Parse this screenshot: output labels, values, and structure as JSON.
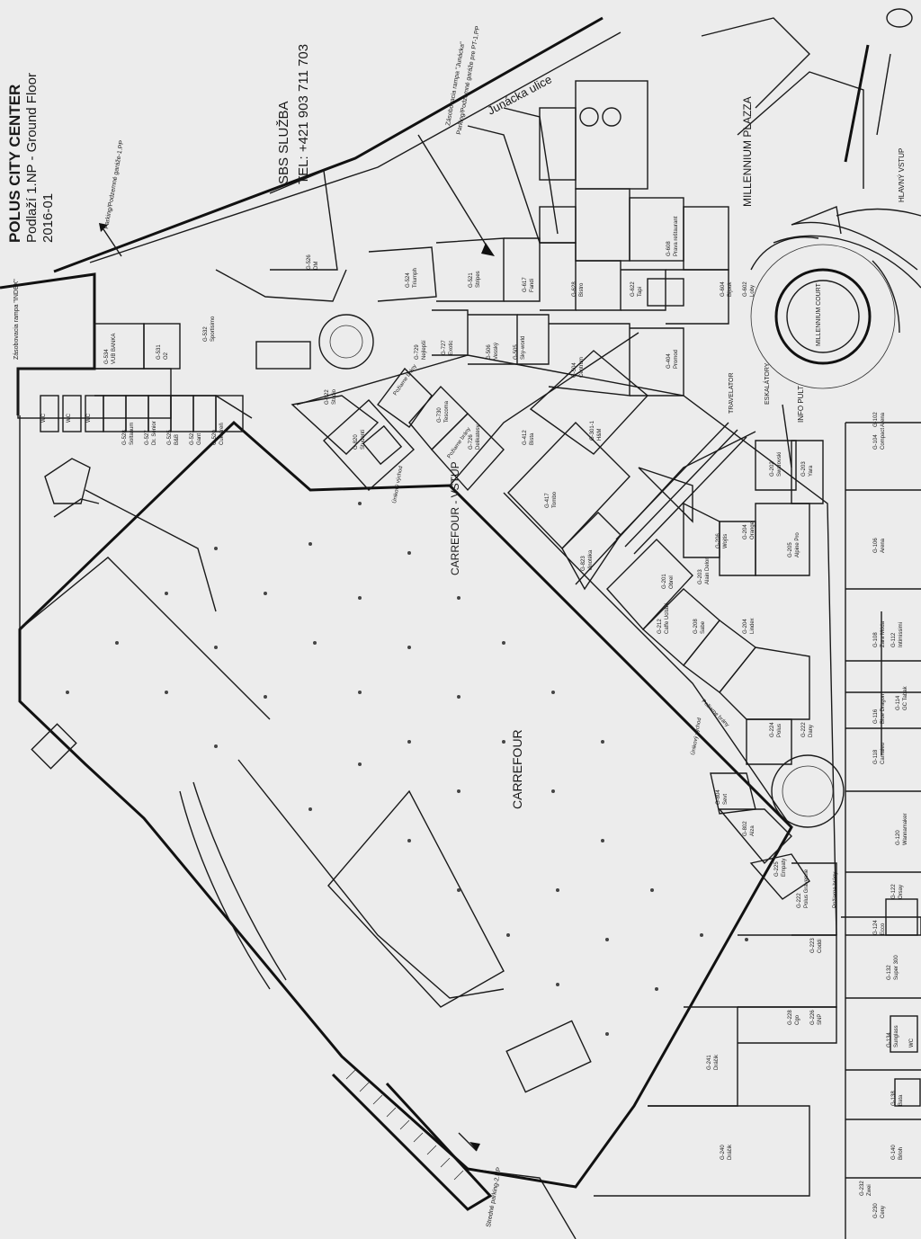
{
  "title_block": {
    "title": "POLUS CITY CENTER",
    "subtitle": "Podlaží 1.NP - Ground Floor",
    "date": "2016-01"
  },
  "security": {
    "label": "SBS SLUŽBA",
    "phone": "TEL: +421 903 711 703"
  },
  "streets": {
    "street_name": "Junácka ulice",
    "parking_top": "Parking/Podzemné garáže-1.PP",
    "ramp": "Zásobovacia rampa \"Junácka\"",
    "parking_junacka": "Parking/Podzemné garáže pre PT-1.PP",
    "parking_left": "Zásobovacia rampa \"INDEX\"",
    "parking_bottom": "Stredné parking-2.NP"
  },
  "zones": {
    "carrefour": "CARREFOUR",
    "carrefour_entry": "CARREFOUR - VSTUP",
    "millennium_plaza": "MILLENNIUM PLAZZA",
    "millennium_court": "MILLENNIUM COURT",
    "hlavny_vstup": "HLAVNÝ VSTUP",
    "info_pult": "INFO PULT",
    "eskalatory": "ESKALÁTORY",
    "travelator": "TRAVELATOR",
    "passage_a": "Požiarne brány",
    "passage_b": "Požiarne brány",
    "passage_c": "Požiarne brány",
    "passage_d": "Požiarne brány",
    "exit_a": "Únikový východ",
    "exit_b": "Únikový východ"
  },
  "shops": [
    {
      "code": "G-534",
      "name": "VUB BANKA"
    },
    {
      "code": "G-531",
      "name": "O2"
    },
    {
      "code": "G-532",
      "name": "Sportisimo"
    },
    {
      "code": "G-526",
      "name": "DM"
    },
    {
      "code": "G-524",
      "name": "Triumph"
    },
    {
      "code": "G-521",
      "name": "Stripes"
    },
    {
      "code": "G-617",
      "name": "Fandi"
    },
    {
      "code": "G-628",
      "name": "Bistro"
    },
    {
      "code": "G-622",
      "name": "Tapi"
    },
    {
      "code": "G-528",
      "name": "Soltanum"
    },
    {
      "code": "G-527",
      "name": "Dr. Senior"
    },
    {
      "code": "G-525",
      "name": "B&B"
    },
    {
      "code": "G-521",
      "name": "Gant"
    },
    {
      "code": "G-520",
      "name": "Cukráreň"
    },
    {
      "code": "G-822",
      "name": "Studio"
    },
    {
      "code": "G-820",
      "name": "Studenti"
    },
    {
      "code": "G-729",
      "name": "Nejlepší"
    },
    {
      "code": "G-727",
      "name": "Exotic"
    },
    {
      "code": "G-730",
      "name": "Tescoma"
    },
    {
      "code": "G-726",
      "name": "Delikatesy"
    },
    {
      "code": "G-506",
      "name": "Vesský"
    },
    {
      "code": "G-505",
      "name": "Sky-world"
    },
    {
      "code": "G-504",
      "name": "Centrum"
    },
    {
      "code": "G-412",
      "name": "Bista"
    },
    {
      "code": "G-417",
      "name": "Tombo"
    },
    {
      "code": "G-823",
      "name": "Vinotéka"
    },
    {
      "code": "G-404",
      "name": "Promod"
    },
    {
      "code": "G-301-1",
      "name": "H&M"
    },
    {
      "code": "G-608",
      "name": "Prava reštaurant"
    },
    {
      "code": "G-604",
      "name": "Bijouk"
    },
    {
      "code": "G-602",
      "name": "Loby"
    },
    {
      "code": "G-201",
      "name": "Obrel"
    },
    {
      "code": "G-203",
      "name": "Alain Delon"
    },
    {
      "code": "G-206",
      "name": "Wojtis"
    },
    {
      "code": "G-204",
      "name": "Orange"
    },
    {
      "code": "G-205",
      "name": "Alpine Pro"
    },
    {
      "code": "G-202",
      "name": "Swarovski"
    },
    {
      "code": "G-203",
      "name": "Yara"
    },
    {
      "code": "G-212",
      "name": "Caffe Ucitani"
    },
    {
      "code": "G-208",
      "name": "Sabe"
    },
    {
      "code": "G-204",
      "name": "Lindex"
    },
    {
      "code": "G-224",
      "name": "Polus"
    },
    {
      "code": "G-222",
      "name": "Dany"
    },
    {
      "code": "G-804",
      "name": "Sevt"
    },
    {
      "code": "G-802",
      "name": "Alza"
    },
    {
      "code": "G-225",
      "name": "Empaty"
    },
    {
      "code": "G-222",
      "name": "Polus Gravenne"
    },
    {
      "code": "G-223",
      "name": "Coddi"
    },
    {
      "code": "G-228",
      "name": "Cgo"
    },
    {
      "code": "G-226",
      "name": "SNP"
    },
    {
      "code": "G-241",
      "name": "Dráčik"
    },
    {
      "code": "G-240",
      "name": "Dráčik"
    },
    {
      "code": "G-106",
      "name": "Arena"
    },
    {
      "code": "G-104",
      "name": "Compact"
    },
    {
      "code": "G-102",
      "name": "Arena"
    },
    {
      "code": "G-108",
      "name": "Zara Móda"
    },
    {
      "code": "G-112",
      "name": "Intimissimi"
    },
    {
      "code": "G-114",
      "name": "GC Tabak"
    },
    {
      "code": "G-116",
      "name": "Blue Dragon"
    },
    {
      "code": "G-118",
      "name": "Camaieu"
    },
    {
      "code": "G-120",
      "name": "Wannamaker"
    },
    {
      "code": "G-122",
      "name": "Orsay"
    },
    {
      "code": "G-124",
      "name": "Ecco"
    },
    {
      "code": "G-132",
      "name": "Super 300"
    },
    {
      "code": "G-134",
      "name": "Sunglass"
    },
    {
      "code": "G-138",
      "name": "Bata"
    },
    {
      "code": "G-140",
      "name": "Brloh"
    },
    {
      "code": "G-232",
      "name": "Zwei"
    },
    {
      "code": "G-230",
      "name": "Ceny"
    }
  ],
  "wc": "WC"
}
